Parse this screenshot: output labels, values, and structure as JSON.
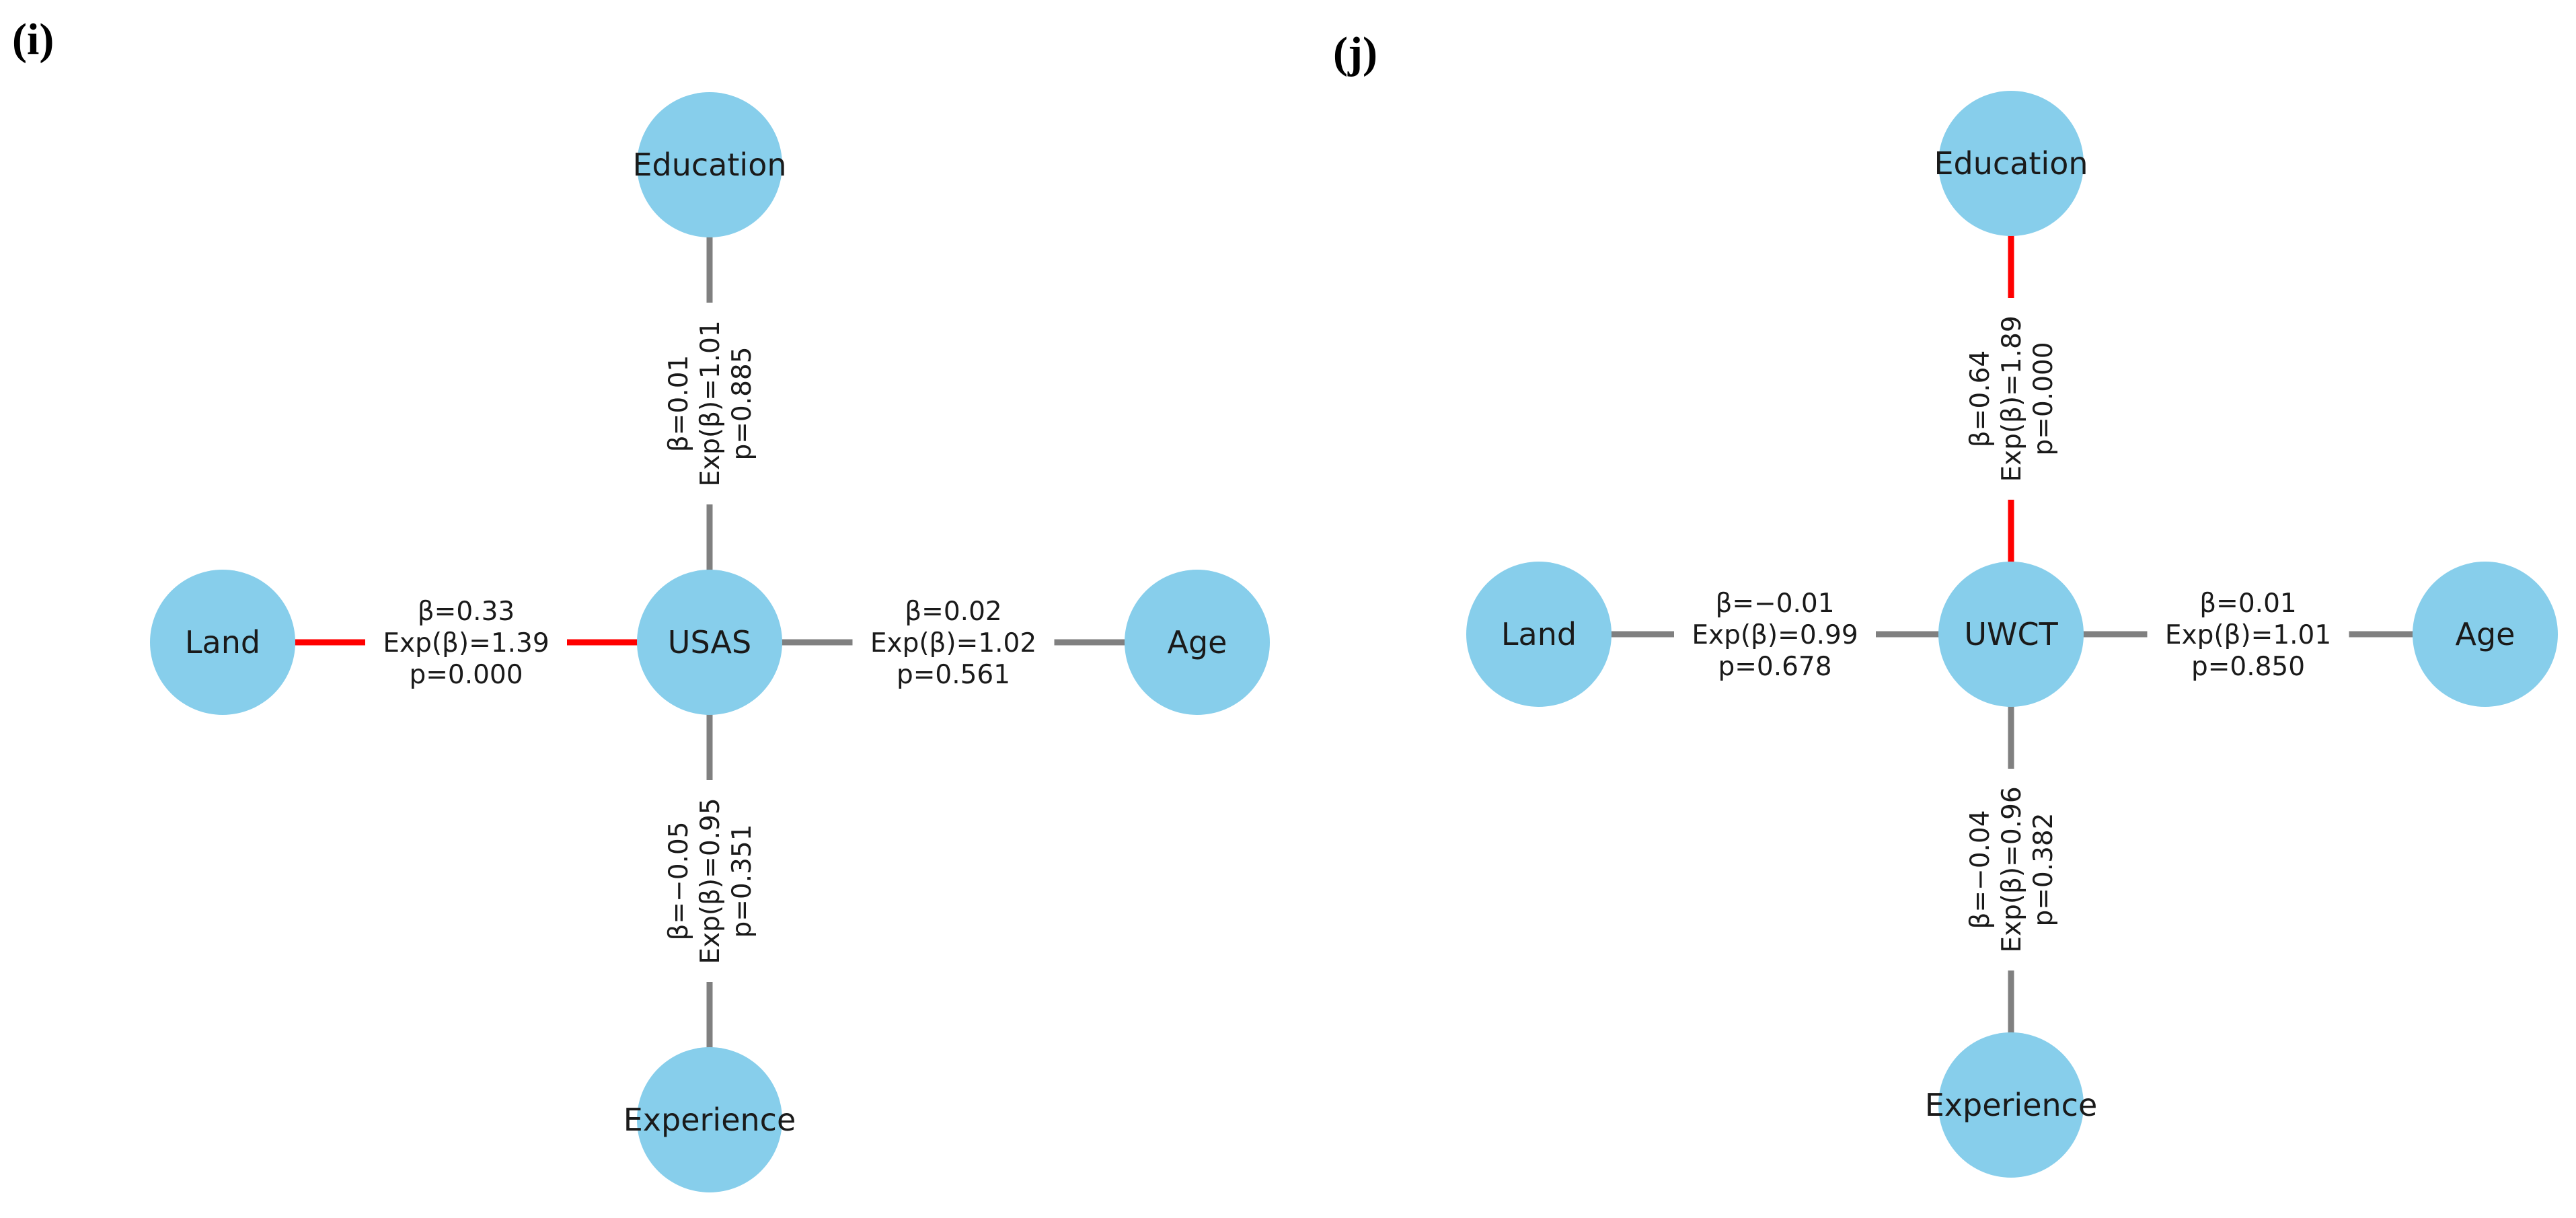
{
  "colors": {
    "node_fill": "#87CEEB",
    "edge_significant": "#FF0000",
    "edge_default": "#808080"
  },
  "panels": [
    {
      "label": "(i)",
      "center": {
        "label": "USAS"
      },
      "nodes": {
        "top": "Education",
        "left": "Land",
        "right": "Age",
        "bottom": "Experience"
      },
      "edges": {
        "top": {
          "beta": "β=0.01",
          "exp": "Exp(β)=1.01",
          "p": "p=0.885",
          "significant": false
        },
        "left": {
          "beta": "β=0.33",
          "exp": "Exp(β)=1.39",
          "p": "p=0.000",
          "significant": true
        },
        "right": {
          "beta": "β=0.02",
          "exp": "Exp(β)=1.02",
          "p": "p=0.561",
          "significant": false
        },
        "bottom": {
          "beta": "β=−0.05",
          "exp": "Exp(β)=0.95",
          "p": "p=0.351",
          "significant": false
        }
      }
    },
    {
      "label": "(j)",
      "center": {
        "label": "UWCT"
      },
      "nodes": {
        "top": "Education",
        "left": "Land",
        "right": "Age",
        "bottom": "Experience"
      },
      "edges": {
        "top": {
          "beta": "β=0.64",
          "exp": "Exp(β)=1.89",
          "p": "p=0.000",
          "significant": true
        },
        "left": {
          "beta": "β=−0.01",
          "exp": "Exp(β)=0.99",
          "p": "p=0.678",
          "significant": false
        },
        "right": {
          "beta": "β=0.01",
          "exp": "Exp(β)=1.01",
          "p": "p=0.850",
          "significant": false
        },
        "bottom": {
          "beta": "β=−0.04",
          "exp": "Exp(β)=0.96",
          "p": "p=0.382",
          "significant": false
        }
      }
    }
  ]
}
